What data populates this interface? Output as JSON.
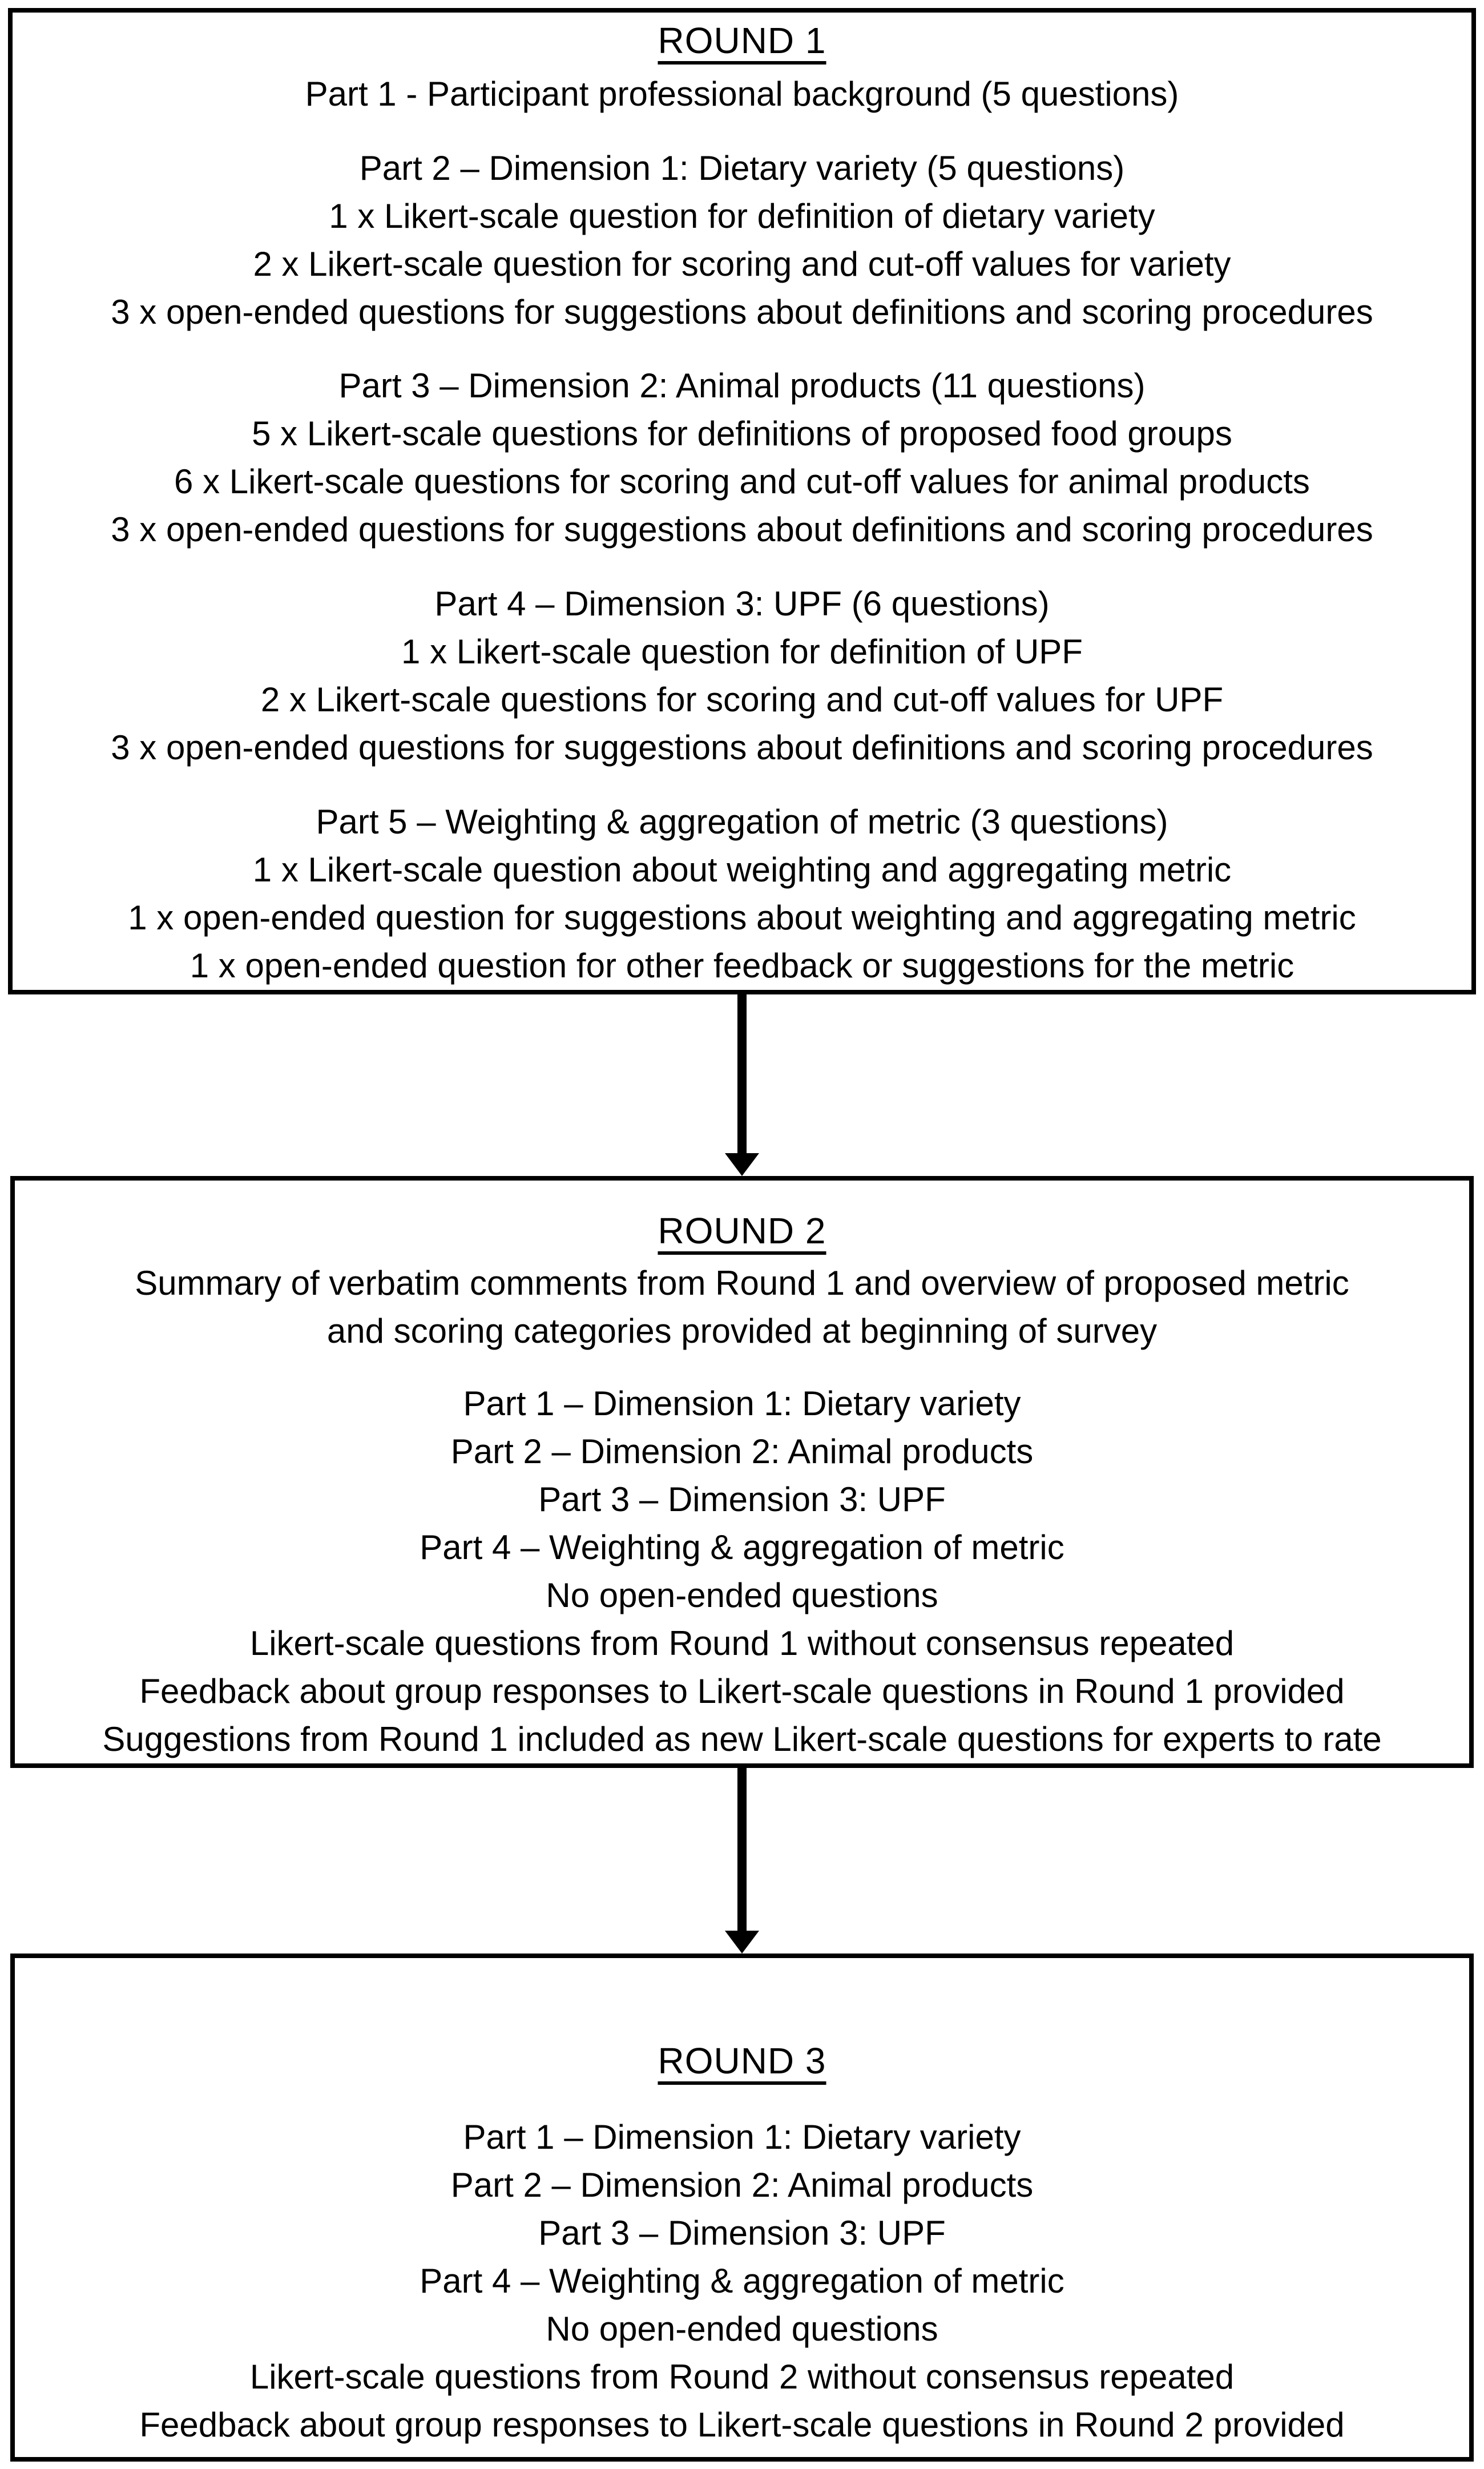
{
  "diagram": {
    "type": "flowchart",
    "orientation": "vertical",
    "node_count": 3,
    "edge_count": 2,
    "colors": {
      "border": "#000000",
      "text": "#000000",
      "background": "#ffffff",
      "arrow": "#000000"
    }
  },
  "rounds": [
    {
      "id": "round-1",
      "title": "ROUND 1",
      "blocks": [
        {
          "id": "r1-part1",
          "lines": [
            "Part 1 - Participant professional background (5 questions)"
          ]
        },
        {
          "id": "r1-part2",
          "lines": [
            "Part 2 – Dimension 1: Dietary variety (5 questions)",
            "1 x Likert-scale question for definition of dietary variety",
            "2 x Likert-scale question for scoring and cut-off values for variety",
            "3 x open-ended questions for suggestions about definitions and scoring procedures"
          ]
        },
        {
          "id": "r1-part3",
          "lines": [
            "Part 3 – Dimension 2: Animal products (11 questions)",
            "5 x Likert-scale questions for definitions of proposed food groups",
            "6 x Likert-scale questions for scoring and cut-off values for animal products",
            "3 x open-ended questions for suggestions about definitions and scoring procedures"
          ]
        },
        {
          "id": "r1-part4",
          "lines": [
            "Part 4 – Dimension 3: UPF (6 questions)",
            "1 x Likert-scale question for definition of UPF",
            "2 x Likert-scale questions for scoring and cut-off values for UPF",
            "3 x open-ended questions for suggestions about definitions and scoring procedures"
          ]
        },
        {
          "id": "r1-part5",
          "lines": [
            "Part 5 – Weighting & aggregation of metric (3 questions)",
            "1 x Likert-scale question about weighting and aggregating metric",
            "1 x open-ended question for suggestions about weighting and aggregating metric",
            "1 x open-ended question for other feedback or suggestions for the metric"
          ]
        }
      ]
    },
    {
      "id": "round-2",
      "title": "ROUND 2",
      "blocks": [
        {
          "id": "r2-summary",
          "lines": [
            "Summary of verbatim comments from Round 1 and overview of proposed metric and scoring categories provided at beginning of survey"
          ]
        },
        {
          "id": "r2-parts",
          "lines": [
            "Part 1 – Dimension 1: Dietary variety",
            "Part 2 – Dimension 2: Animal products",
            "Part 3 – Dimension 3: UPF",
            "Part 4 – Weighting & aggregation of metric",
            "No open-ended questions",
            "Likert-scale questions from Round 1 without consensus repeated",
            "Feedback about group responses to Likert-scale questions in Round 1 provided",
            "Suggestions from Round 1 included as new Likert-scale questions for experts to rate"
          ]
        }
      ]
    },
    {
      "id": "round-3",
      "title": "ROUND 3",
      "blocks": [
        {
          "id": "r3-parts",
          "lines": [
            "Part 1 – Dimension 1: Dietary variety",
            "Part 2 – Dimension 2: Animal products",
            "Part 3 – Dimension 3: UPF",
            "Part 4 – Weighting & aggregation of metric",
            "No open-ended questions",
            "Likert-scale questions from Round 2 without consensus repeated",
            "Feedback about group responses to Likert-scale questions in Round 2 provided"
          ]
        }
      ]
    }
  ],
  "arrows": [
    {
      "id": "arrow-round1-to-round2",
      "from": "round-1",
      "to": "round-2",
      "direction": "down"
    },
    {
      "id": "arrow-round2-to-round3",
      "from": "round-2",
      "to": "round-3",
      "direction": "down"
    }
  ]
}
